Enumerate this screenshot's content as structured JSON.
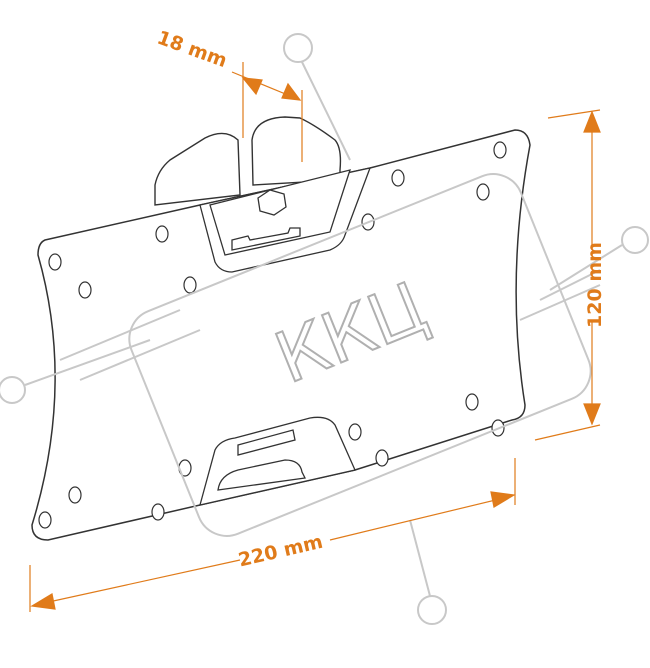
{
  "dimensions": {
    "depth": "18 mm",
    "height": "120 mm",
    "width": "220 mm"
  },
  "watermark": "ККЦ",
  "colors": {
    "accent": "#e07b1a",
    "line": "#333333",
    "watermark": "#c8c8c8"
  }
}
